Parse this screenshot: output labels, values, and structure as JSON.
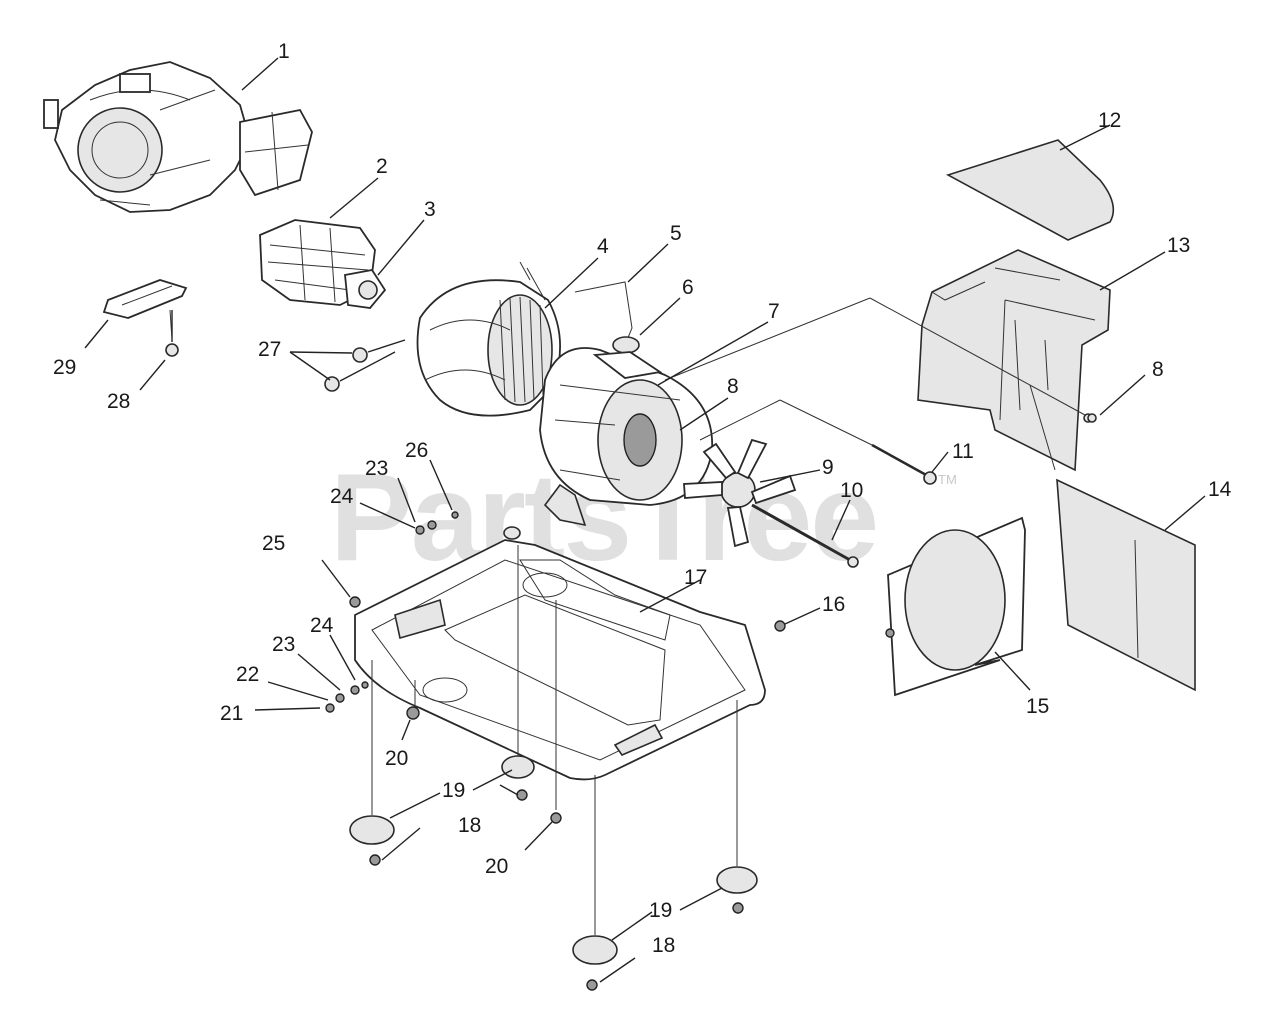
{
  "watermark": {
    "text": "PartsTree",
    "mark": "TM"
  },
  "callouts": {
    "c1": "1",
    "c2": "2",
    "c3": "3",
    "c4": "4",
    "c5": "5",
    "c6": "6",
    "c7": "7",
    "c8a": "8",
    "c8b": "8",
    "c9": "9",
    "c10": "10",
    "c11": "11",
    "c12": "12",
    "c13": "13",
    "c14": "14",
    "c15": "15",
    "c16": "16",
    "c17": "17",
    "c18a": "18",
    "c18b": "18",
    "c19a": "19",
    "c19b": "19",
    "c20a": "20",
    "c20b": "20",
    "c21": "21",
    "c22": "22",
    "c23a": "23",
    "c23b": "23",
    "c24a": "24",
    "c24b": "24",
    "c25": "25",
    "c26": "26",
    "c27": "27",
    "c28": "28",
    "c29": "29"
  }
}
